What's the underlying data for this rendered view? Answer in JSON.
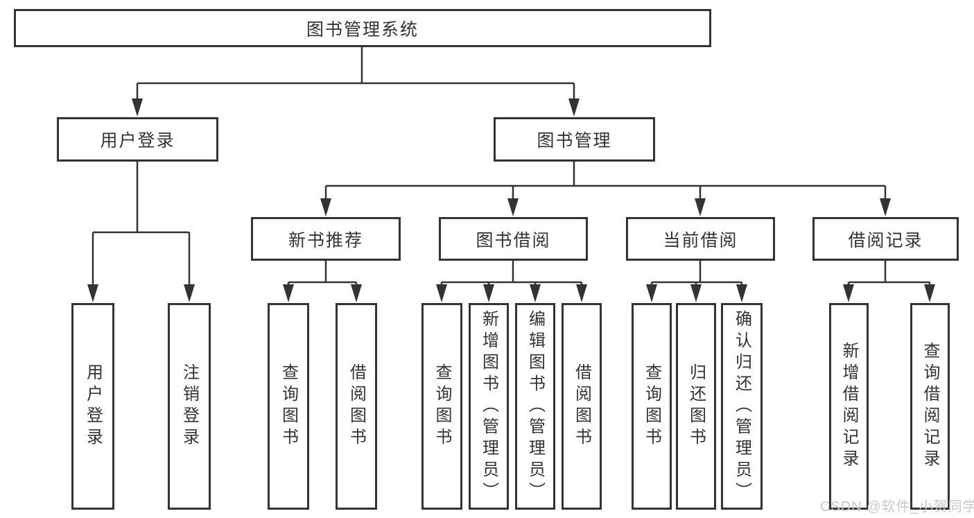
{
  "diagram": {
    "type": "tree",
    "root": {
      "label": "图书管理系统"
    },
    "level2": [
      {
        "label": "用户登录"
      },
      {
        "label": "图书管理"
      }
    ],
    "level3": [
      {
        "label": "新书推荐",
        "parent": "图书管理"
      },
      {
        "label": "图书借阅",
        "parent": "图书管理"
      },
      {
        "label": "当前借阅",
        "parent": "图书管理"
      },
      {
        "label": "借阅记录",
        "parent": "图书管理"
      }
    ],
    "leaves": [
      {
        "label": "用户登录",
        "parent": "用户登录"
      },
      {
        "label": "注销登录",
        "parent": "用户登录"
      },
      {
        "label": "查询图书",
        "parent": "新书推荐"
      },
      {
        "label": "借阅图书",
        "parent": "新书推荐"
      },
      {
        "label": "查询图书",
        "parent": "图书借阅"
      },
      {
        "label": "新增图书（管理员）",
        "parent": "图书借阅"
      },
      {
        "label": "编辑图书（管理员）",
        "parent": "图书借阅"
      },
      {
        "label": "借阅图书",
        "parent": "图书借阅"
      },
      {
        "label": "查询图书",
        "parent": "当前借阅"
      },
      {
        "label": "归还图书",
        "parent": "当前借阅"
      },
      {
        "label": "确认归还（管理员）",
        "parent": "当前借阅"
      },
      {
        "label": "新增借阅记录",
        "parent": "借阅记录"
      },
      {
        "label": "查询借阅记录",
        "parent": "借阅记录"
      }
    ],
    "watermark": "CSDN @软件_小贺同学",
    "colors": {
      "line": "#333333",
      "text": "#333333",
      "background": "#ffffff",
      "watermark": "#c8c8c8"
    }
  }
}
